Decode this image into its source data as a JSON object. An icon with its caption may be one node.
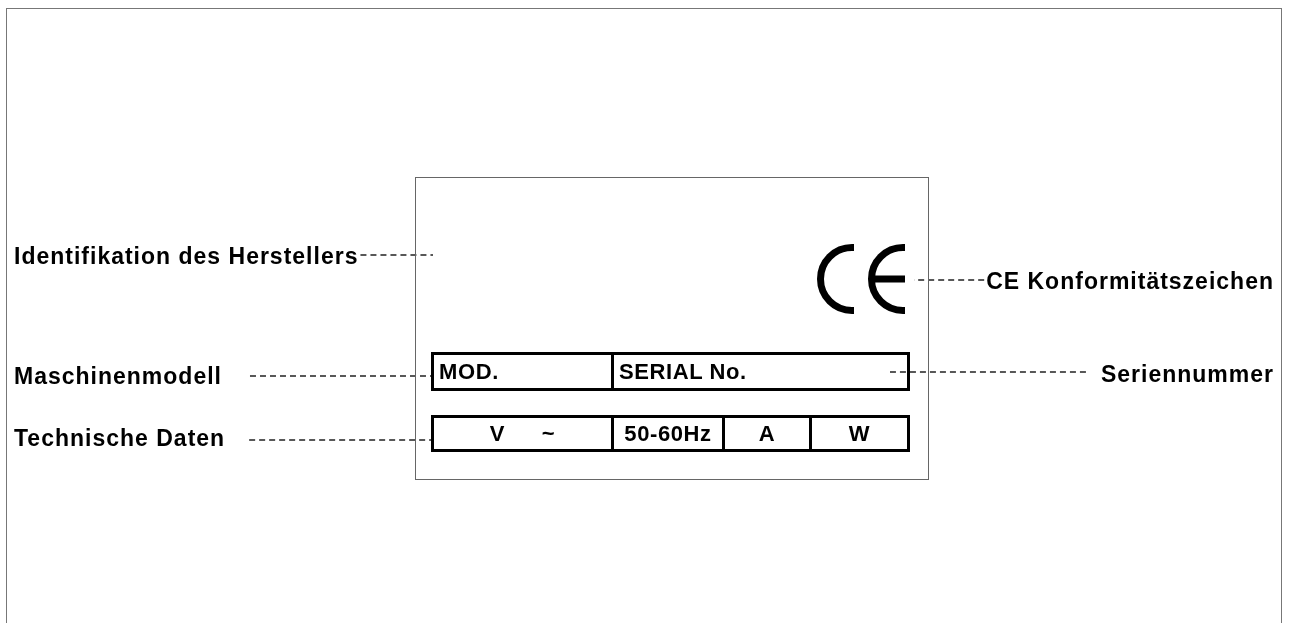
{
  "diagram": {
    "nodes": [
      {
        "text": [
          "Identifikation des Herstellers"
        ]
      },
      {
        "text": [],
        "shape": "box"
      },
      {
        "text": [],
        "shape": "picture",
        "in": 1
      },
      {
        "text": [
          "CE Konformitätszeichen"
        ]
      },
      {
        "text": [
          "Maschinenmodell"
        ]
      },
      {
        "text": [
          "MOD."
        ],
        "in": 1
      },
      {
        "text": [
          "SERIAL No."
        ],
        "in": 1
      },
      {
        "text": [
          "Seriennummer"
        ]
      },
      {
        "text": [
          "Technische Daten"
        ]
      },
      {
        "text": [
          "V ~"
        ],
        "in": 1
      },
      {
        "text": [
          "50-60Hz"
        ],
        "in": 1
      },
      {
        "text": [
          "A"
        ],
        "in": 1
      },
      {
        "text": [
          "W"
        ],
        "in": 1
      }
    ],
    "edges": [
      {
        "from": 0,
        "to": 1,
        "arrow": "none",
        "style": "dashed"
      },
      {
        "from": 3,
        "to": 2,
        "arrow": "none",
        "style": "dashed"
      },
      {
        "from": 4,
        "to": 5,
        "arrow": "none",
        "style": "dashed"
      },
      {
        "from": 7,
        "to": 6,
        "arrow": "none",
        "style": "dashed"
      },
      {
        "from": 8,
        "to": 9,
        "arrow": "none",
        "style": "dashed"
      }
    ]
  }
}
